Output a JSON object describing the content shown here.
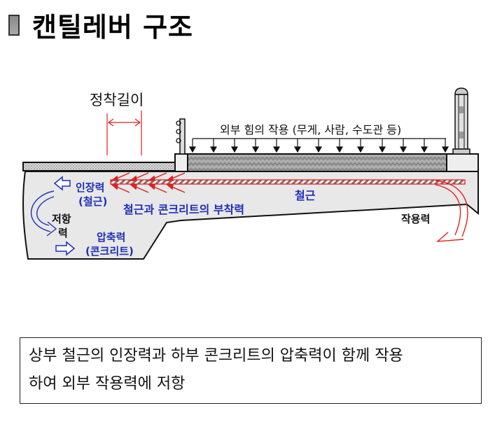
{
  "title": "캔틸레버 구조",
  "diagram": {
    "anchorage_length_label": "정착길이",
    "external_force_label": "외부 힘의 작용 (무게, 사람, 수도관 등)",
    "tension_label_line1": "인장력",
    "tension_label_line2": "(철근)",
    "bond_force_label": "철근과 콘크리트의 부착력",
    "rebar_label": "철근",
    "resistance_label_line1": "저항",
    "resistance_label_line2": "력",
    "compression_label_line1": "압축력",
    "compression_label_line2": "(콘크리트)",
    "acting_force_label": "작용력",
    "load_arrow_count": 13,
    "colors": {
      "rebar": "#e02020",
      "label_blue": "#1f2fb5",
      "concrete": "#e6e6e6",
      "slab_fill": "#9a9a9a",
      "outline": "#111111"
    }
  },
  "note": {
    "line1": "상부 철근의 인장력과 하부 콘크리트의 압축력이 함께 작용",
    "line2": "하여 외부 작용력에 저항"
  }
}
